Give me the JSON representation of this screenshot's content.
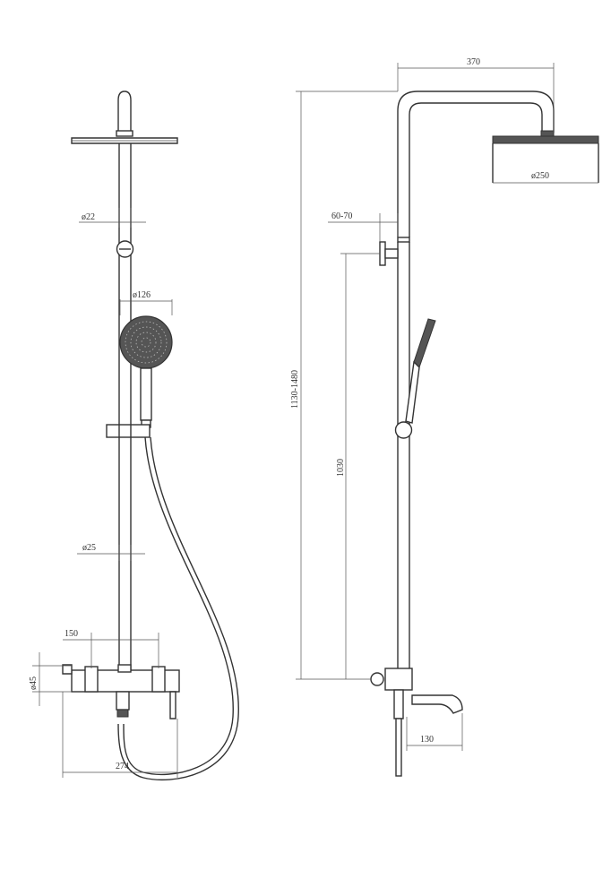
{
  "dimensions": {
    "d22": "ø22",
    "d126": "ø126",
    "d25": "ø25",
    "w150": "150",
    "d45": "ø45",
    "w274": "274",
    "w370": "370",
    "d250": "ø250",
    "r6070": "60-70",
    "h11301480": "1130-1480",
    "h1030": "1030",
    "w130": "130"
  }
}
